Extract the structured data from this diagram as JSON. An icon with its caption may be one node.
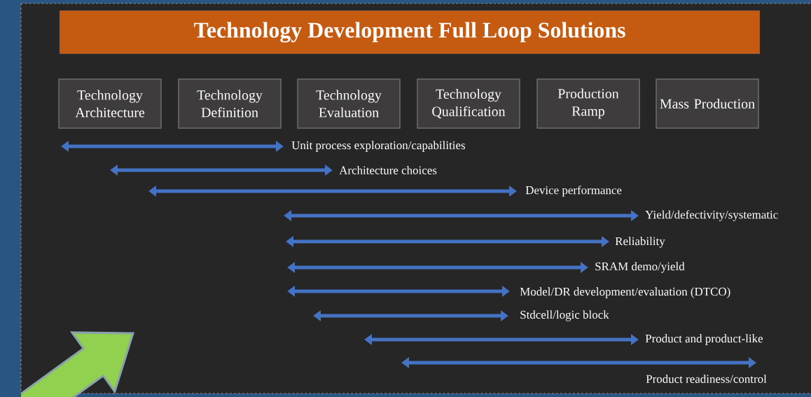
{
  "diagram": {
    "title": "Technology Development Full Loop Solutions",
    "nodes": [
      {
        "text": [
          "Technology Architecture"
        ]
      },
      {
        "text": [
          "Technology Definition"
        ]
      },
      {
        "text": [
          "Technology Evaluation"
        ]
      },
      {
        "text": [
          "Technology Qualification"
        ]
      },
      {
        "text": [
          "Production Ramp"
        ]
      },
      {
        "text": [
          "Mass Production"
        ]
      }
    ],
    "labels": [
      "Unit process exploration/capabilities",
      "Architecture choices",
      "Device performance",
      "Yield/defectivity/systematic",
      "Reliability",
      "SRAM demo/yield",
      "Model/DR development/evaluation (DTCO)",
      "Stdcell/logic block",
      "Product and product-like",
      "Product readiness/control"
    ]
  }
}
